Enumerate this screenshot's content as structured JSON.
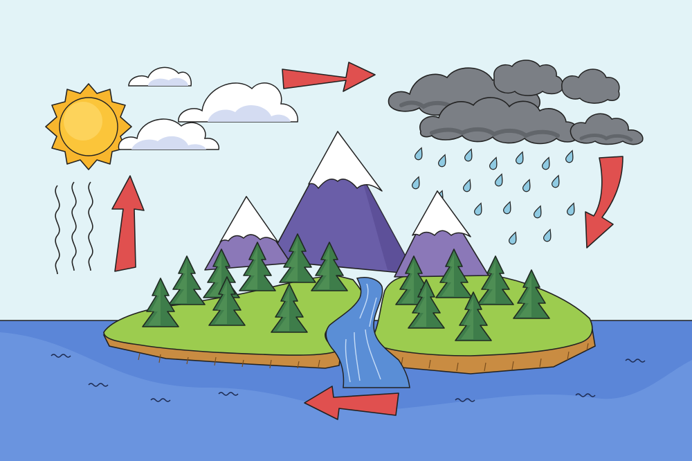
{
  "diagram": {
    "stages": [
      "evaporation",
      "condensation",
      "precipitation",
      "collection"
    ],
    "colors": {
      "sky": "#e2f3f7",
      "sun_core": "#fbc53a",
      "sun_rays": "#f8b62d",
      "cloud_white": "#ffffff",
      "cloud_shade": "#d4dcf2",
      "storm_cloud": "#7b7f85",
      "storm_shade": "#62666b",
      "rain": "#8fcae2",
      "arrow": "#e0504f",
      "mountain": "#6a5ea8",
      "mountain_light": "#8b78b8",
      "snow": "#ffffff",
      "grass": "#9ccc4f",
      "soil": "#c98c42",
      "tree": "#3e7d4a",
      "tree_light": "#5a9a5c",
      "river": "#5a8ed6",
      "sea": "#5b86d8",
      "sea_light": "#76a0e6",
      "outline": "#222222"
    },
    "icons": [
      "sun-icon",
      "evaporation-lines-icon",
      "white-cloud-icon",
      "storm-cloud-icon",
      "rain-drop-icon",
      "arrow-icon",
      "mountain-icon",
      "pine-tree-icon",
      "river-icon",
      "wave-icon"
    ]
  }
}
